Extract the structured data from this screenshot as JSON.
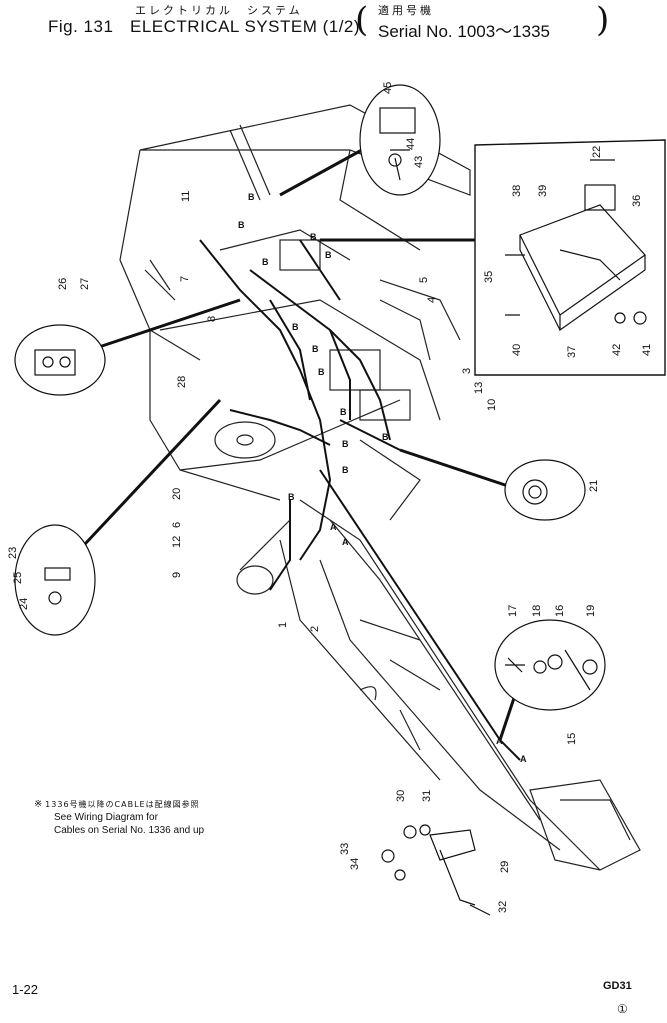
{
  "header": {
    "japanese_title": "エレクトリカル　システム",
    "fig_label": "Fig. 131",
    "title": "ELECTRICAL SYSTEM (1/2)",
    "japanese_serial": "適用号機",
    "serial_range": "Serial No. 1003～1335"
  },
  "note": {
    "marker": "※",
    "japanese": "1336号機以降のCABLEは配線図参照",
    "line1": "See Wiring Diagram for",
    "line2": "Cables on Serial No. 1336 and up"
  },
  "footer": {
    "page": "1-22",
    "model": "GD31",
    "mark": "①"
  },
  "part_numbers": [
    "1",
    "2",
    "3",
    "4",
    "5",
    "6",
    "7",
    "8",
    "9",
    "10",
    "11",
    "12",
    "13",
    "15",
    "16",
    "17",
    "18",
    "19",
    "20",
    "21",
    "22",
    "23",
    "24",
    "25",
    "26",
    "27",
    "28",
    "29",
    "30",
    "31",
    "32",
    "33",
    "34",
    "35",
    "36",
    "37",
    "38",
    "39",
    "40",
    "41",
    "42",
    "43",
    "44",
    "45"
  ],
  "wire_markers": {
    "b": "B",
    "a": "A"
  }
}
